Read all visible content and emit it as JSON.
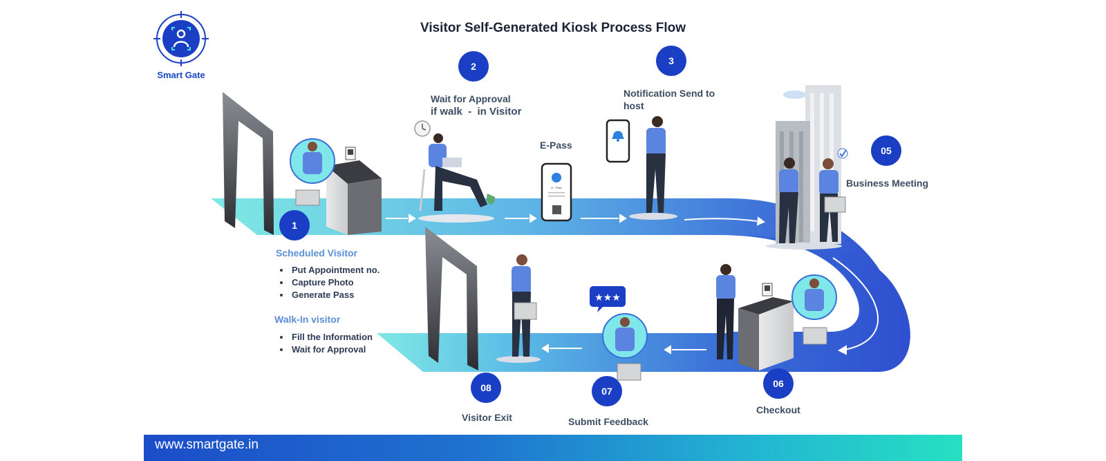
{
  "title": "Visitor Self-Generated Kiosk Process Flow",
  "brand": {
    "name": "Smart Gate"
  },
  "steps": [
    {
      "number": "1",
      "label": "Scheduled Visitor"
    },
    {
      "number": "2",
      "label_line1": "Wait for Approval",
      "label_line2": "if walk  -  in Visitor"
    },
    {
      "number": "3",
      "label_line1": "Notification Send to",
      "label_line2": "host"
    },
    {
      "number": "05",
      "label": "Business Meeting"
    },
    {
      "number": "06",
      "label": "Checkout"
    },
    {
      "number": "07",
      "label": "Submit Feedback"
    },
    {
      "number": "08",
      "label": "Visitor Exit"
    }
  ],
  "scheduled_items": [
    "Put Appointment no.",
    "Capture Photo",
    "Generate Pass"
  ],
  "walkin": {
    "heading": "Walk-In visitor",
    "items": [
      "Fill the Information",
      "Wait for Approval"
    ]
  },
  "epass": {
    "label": "E-Pass",
    "screen_text": "E - Pass"
  },
  "feedback_stars": "★★★",
  "footer": {
    "url": "www.smartgate.in"
  },
  "icons": [
    "smart-gate-logo-icon",
    "security-gate-icon",
    "kiosk-icon",
    "clock-icon",
    "phone-bell-icon",
    "epass-phone-icon",
    "building-icon",
    "checkmark-icon",
    "rating-bubble-icon",
    "arrow-right-icon",
    "arrow-left-icon"
  ],
  "colors": {
    "brand_blue": "#1a3fc4",
    "path_start": "#7de8e6",
    "path_end": "#2f4fd0",
    "figure_blue": "#5a84e0",
    "footer_start": "#1c4cc8",
    "footer_end": "#27e0c2"
  }
}
